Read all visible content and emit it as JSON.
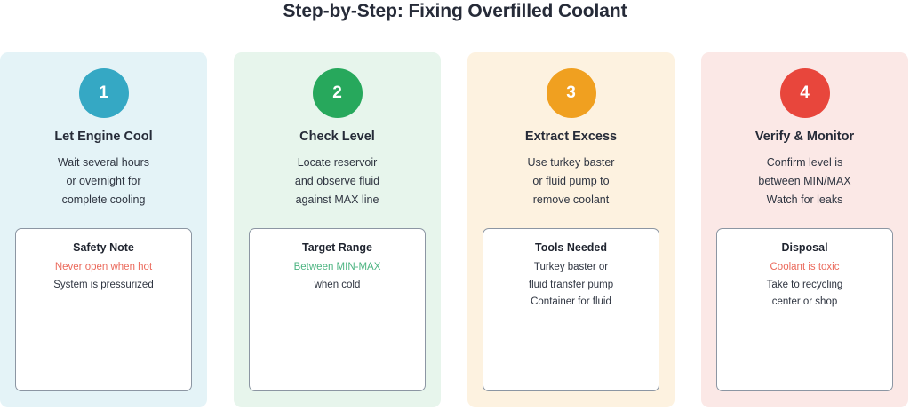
{
  "header": {
    "title": "Step-by-Step: Fixing Overfilled Coolant"
  },
  "colors": {
    "title_text": "#262b38",
    "body_text": "#2f3541",
    "box_border": "#8c96a3",
    "accent_red": "#eb6a5c",
    "accent_green": "#4cb481"
  },
  "cards": [
    {
      "number": "1",
      "badge_color": "#35a8c4",
      "background": "#e4f3f7",
      "title": "Let Engine Cool",
      "desc_lines": [
        "Wait several hours",
        "or overnight for",
        "complete cooling"
      ],
      "box": {
        "title": "Safety Note",
        "lines": [
          {
            "text": "Never open when hot",
            "style": "accent-red"
          },
          {
            "text": "System is pressurized",
            "style": "normal"
          }
        ]
      }
    },
    {
      "number": "2",
      "badge_color": "#27a85c",
      "background": "#e7f5ec",
      "title": "Check Level",
      "desc_lines": [
        "Locate reservoir",
        "and observe fluid",
        "against MAX line"
      ],
      "box": {
        "title": "Target Range",
        "lines": [
          {
            "text": "Between MIN-MAX",
            "style": "accent-green"
          },
          {
            "text": "when cold",
            "style": "normal"
          }
        ]
      }
    },
    {
      "number": "3",
      "badge_color": "#f0a020",
      "background": "#fdf2e0",
      "title": "Extract Excess",
      "desc_lines": [
        "Use turkey baster",
        "or fluid pump to",
        "remove coolant"
      ],
      "box": {
        "title": "Tools Needed",
        "lines": [
          {
            "text": "Turkey baster or",
            "style": "normal"
          },
          {
            "text": "fluid transfer pump",
            "style": "normal"
          },
          {
            "text": "Container for fluid",
            "style": "normal"
          }
        ]
      }
    },
    {
      "number": "4",
      "badge_color": "#e8463c",
      "background": "#fbe8e6",
      "title": "Verify & Monitor",
      "desc_lines": [
        "Confirm level is",
        "between MIN/MAX",
        "Watch for leaks"
      ],
      "box": {
        "title": "Disposal",
        "lines": [
          {
            "text": "Coolant is toxic",
            "style": "accent-red"
          },
          {
            "text": "Take to recycling",
            "style": "normal"
          },
          {
            "text": "center or shop",
            "style": "normal"
          }
        ]
      }
    }
  ]
}
